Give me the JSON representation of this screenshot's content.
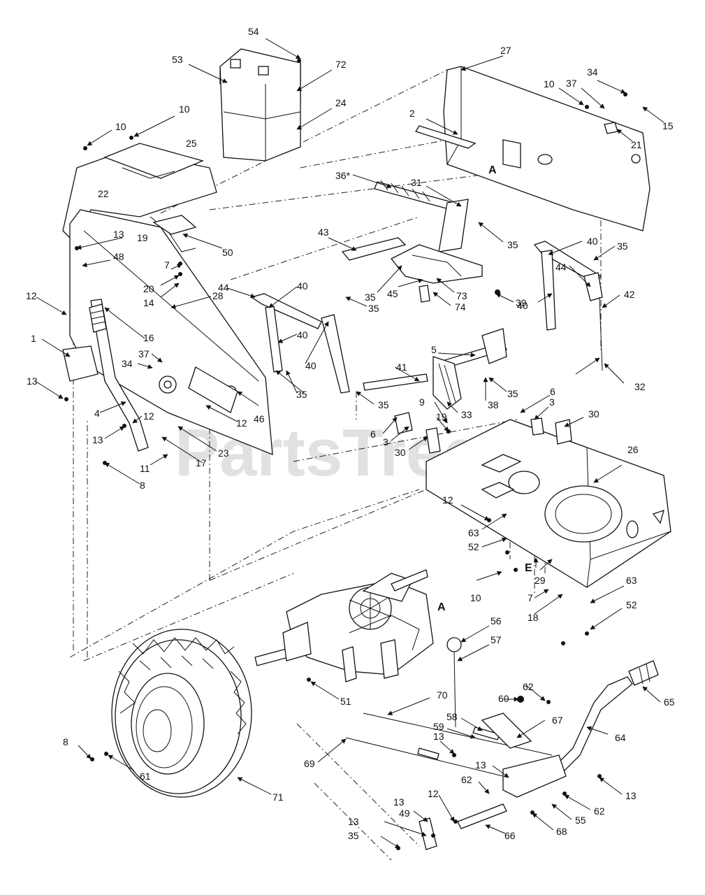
{
  "watermark": "PartsTree",
  "callouts": [
    "54",
    "53",
    "72",
    "24",
    "27",
    "34",
    "10",
    "37",
    "15",
    "2",
    "21",
    "10",
    "10",
    "25",
    "22",
    "19",
    "13",
    "50",
    "48",
    "7",
    "20",
    "14",
    "36*",
    "31",
    "43",
    "35",
    "35",
    "73",
    "45",
    "74",
    "40",
    "35",
    "44",
    "39",
    "40",
    "42",
    "12",
    "16",
    "28",
    "44",
    "40",
    "40",
    "40",
    "35",
    "1",
    "37",
    "34",
    "13",
    "4",
    "46",
    "12",
    "13",
    "12",
    "17",
    "23",
    "11",
    "8",
    "35",
    "41",
    "5",
    "38",
    "35",
    "35",
    "33",
    "9",
    "19",
    "6",
    "3",
    "30",
    "6",
    "3",
    "30",
    "26",
    "32",
    "12",
    "63",
    "52",
    "10",
    "29",
    "7",
    "18",
    "63",
    "52",
    "56",
    "57",
    "70",
    "62",
    "60",
    "65",
    "58",
    "67",
    "59",
    "13",
    "13",
    "69",
    "64",
    "62",
    "13",
    "12",
    "62",
    "55",
    "13",
    "49",
    "68",
    "66",
    "13",
    "35",
    "8",
    "61",
    "71",
    "51"
  ],
  "reference_marks": [
    "A",
    "A",
    "E"
  ]
}
